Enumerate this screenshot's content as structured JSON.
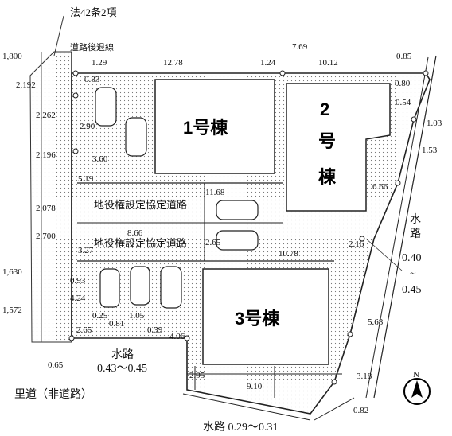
{
  "heading": "法42条2項",
  "setback_label": "道路後退線",
  "buildings": {
    "b1": "1号棟",
    "b2_num": "2",
    "b2_go": "号",
    "b2_mune": "棟",
    "b3": "3号棟"
  },
  "easement_roads": {
    "upper": "地役権設定協定道路",
    "lower": "地役権設定協定道路"
  },
  "waterways": {
    "right_1": "水",
    "right_2": "路",
    "right_3": "0.40",
    "right_4": "~",
    "right_5": "0.45",
    "bottom_left_1": "水路",
    "bottom_left_2": "0.43～0.45",
    "bottom": "水路 0.29～0.31"
  },
  "village_road": "里道（非道路）",
  "north": "N",
  "dimensions": {
    "d1800": "1,800",
    "d1_29": "1.29",
    "d12_78": "12.78",
    "d1_24": "1.24",
    "d7_69": "7.69",
    "d10_12": "10.12",
    "d0_85": "0.85",
    "d0_80": "0.80",
    "d0_54": "0.54",
    "d1_03": "1.03",
    "d1_53": "1.53",
    "d2192": "2,192",
    "d2262": "2,262",
    "d2196": "2,196",
    "d2078": "2,078",
    "d2700": "2,700",
    "d1630": "1,630",
    "d1572": "1,572",
    "d0_83": "0.83",
    "d2_90": "2.90",
    "d3_60": "3.60",
    "d5_19": "5.19",
    "d11_68": "11.68",
    "d8_66": "8.66",
    "d3_27": "3.27",
    "d2_65a": "2.65",
    "d10_78": "10.78",
    "d6_66": "6.66",
    "d2_16": "2.16",
    "d5_68": "5.68",
    "d3_18": "3.18",
    "d0_82": "0.82",
    "d0_93": "0.93",
    "d4_24": "4.24",
    "d0_25": "0.25",
    "d0_81": "0.81",
    "d1_05": "1.05",
    "d2_65b": "2.65",
    "d0_39": "0.39",
    "d4_06": "4.06",
    "d0_65": "0.65",
    "d2_95": "2.95",
    "d9_10": "9.10"
  }
}
